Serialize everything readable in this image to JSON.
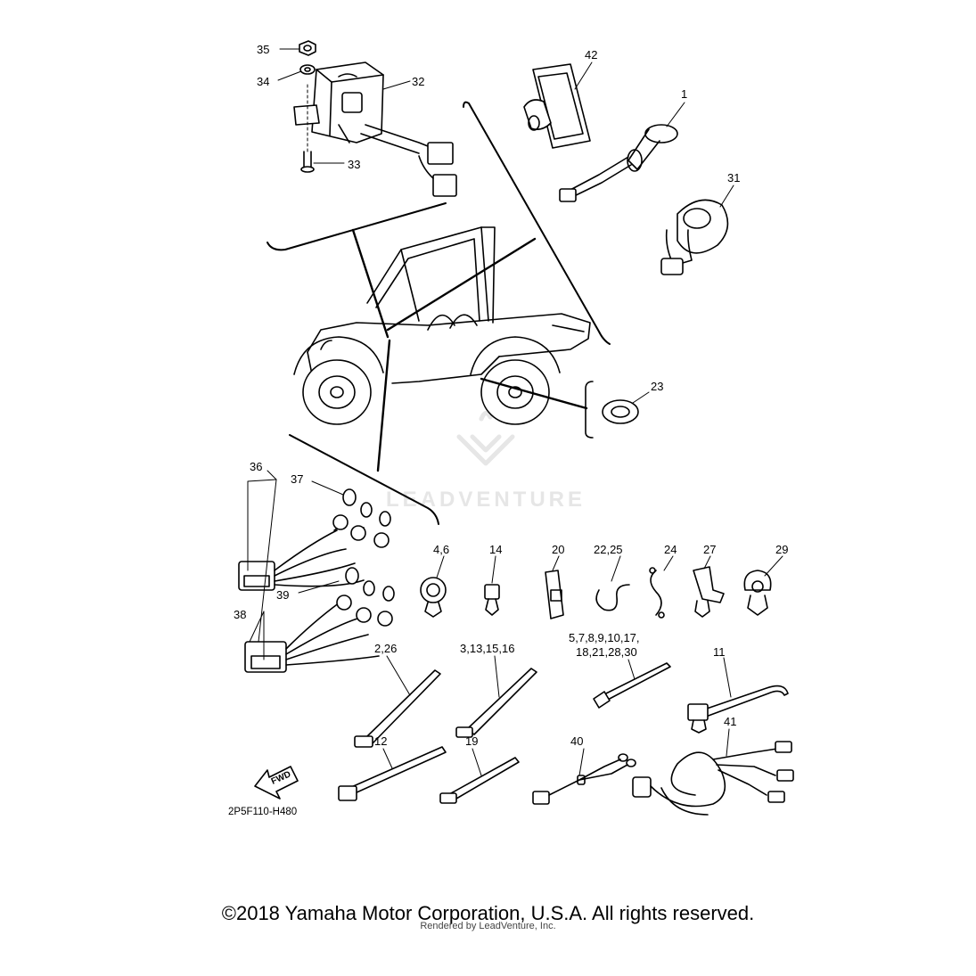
{
  "diagram": {
    "code": "2P5F110-H480",
    "fwd_label": "FWD",
    "watermark": "LEADVENTURE",
    "labels": {
      "p35": "35",
      "p34": "34",
      "p32": "32",
      "p33": "33",
      "p42": "42",
      "p1": "1",
      "p31": "31",
      "p23": "23",
      "p36": "36",
      "p37": "37",
      "p38": "38",
      "p39": "39",
      "p4_6": "4,6",
      "p14": "14",
      "p20": "20",
      "p22_25": "22,25",
      "p24": "24",
      "p27": "27",
      "p29": "29",
      "p2_26": "2,26",
      "p3_13": "3,13,15,16",
      "p5_line1": "5,7,8,9,10,17,",
      "p5_line2": "18,21,28,30",
      "p11": "11",
      "p12": "12",
      "p19": "19",
      "p40": "40",
      "p41": "41"
    }
  },
  "footer": {
    "copyright": "©2018 Yamaha Motor Corporation, U.S.A. All rights reserved.",
    "rendered": "Rendered by LeadVenture, Inc."
  }
}
